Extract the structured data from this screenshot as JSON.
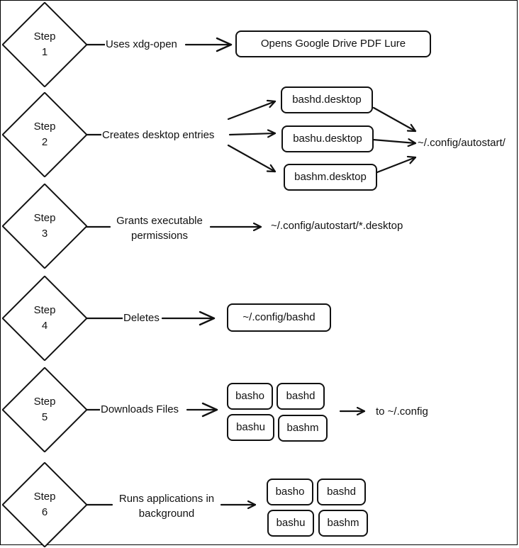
{
  "steps": [
    {
      "word": "Step",
      "num": "1"
    },
    {
      "word": "Step",
      "num": "2"
    },
    {
      "word": "Step",
      "num": "3"
    },
    {
      "word": "Step",
      "num": "4"
    },
    {
      "word": "Step",
      "num": "5"
    },
    {
      "word": "Step",
      "num": "6"
    }
  ],
  "edge_labels": {
    "s1": "Uses xdg-open",
    "s2": "Creates desktop entries",
    "s3_line1": "Grants executable",
    "s3_line2": "permissions",
    "s4": "Deletes",
    "s5": "Downloads Files",
    "s6_line1": "Runs applications in",
    "s6_line2": "background"
  },
  "targets": {
    "s1": "Opens Google Drive PDF Lure",
    "s2_files": [
      "bashd.desktop",
      "bashu.desktop",
      "bashm.desktop"
    ],
    "s2_dest": "~/.config/autostart/",
    "s3": "~/.config/autostart/*.desktop",
    "s4": "~/.config/bashd",
    "s5_files": [
      "basho",
      "bashd",
      "bashu",
      "bashm"
    ],
    "s5_dest": "to ~/.config",
    "s6_files": [
      "basho",
      "bashd",
      "bashu",
      "bashm"
    ]
  }
}
